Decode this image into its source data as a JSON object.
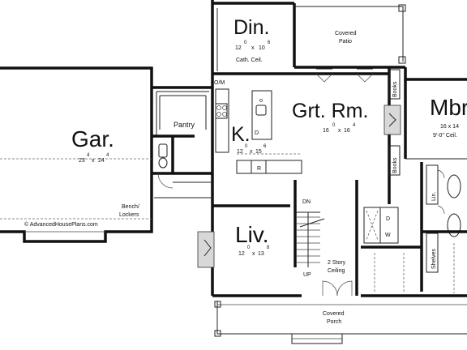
{
  "rooms": {
    "dining": {
      "name": "Din.",
      "dim_w": "12",
      "dim_w_sup": "0",
      "dim_h": "10",
      "dim_h_sup": "6",
      "note": "Cath. Ceil."
    },
    "covered_patio": {
      "line1": "Covered",
      "line2": "Patio"
    },
    "great_room": {
      "name": "Grt. Rm.",
      "dim_w": "16",
      "dim_w_sup": "0",
      "dim_h": "16",
      "dim_h_sup": "4"
    },
    "master": {
      "name": "Mbr",
      "dims": "16 x 14",
      "note": "9'-0\" Ceil."
    },
    "garage": {
      "name": "Gar.",
      "dim_w": "23",
      "dim_w_sup": "4",
      "dim_h": "24",
      "dim_h_sup": "4"
    },
    "pantry": {
      "name": "Pantry"
    },
    "kitchen": {
      "name": "K.",
      "dim_w": "12",
      "dim_w_sup": "0",
      "dim_h": "15",
      "dim_h_sup": "6"
    },
    "living": {
      "name": "Liv.",
      "dim_w": "12",
      "dim_w_sup": "0",
      "dim_h": "13",
      "dim_h_sup": "8"
    },
    "two_story": {
      "line1": "2 Story",
      "line2": "Ceiling"
    },
    "covered_porch": {
      "line1": "Covered",
      "line2": "Porch"
    },
    "bench": {
      "line1": "Bench/",
      "line2": "Lockers"
    }
  },
  "labels": {
    "oven_micro": "O/M",
    "dishwasher": "D",
    "refrigerator": "R",
    "books_top": "Books",
    "books_bottom": "Books",
    "stair_down": "DN",
    "stair_up": "UP",
    "dryer": "D",
    "washer": "W",
    "linen": "Lin.",
    "shelves": "Shelves"
  },
  "copyright": "© AdvancedHousePlans.com"
}
